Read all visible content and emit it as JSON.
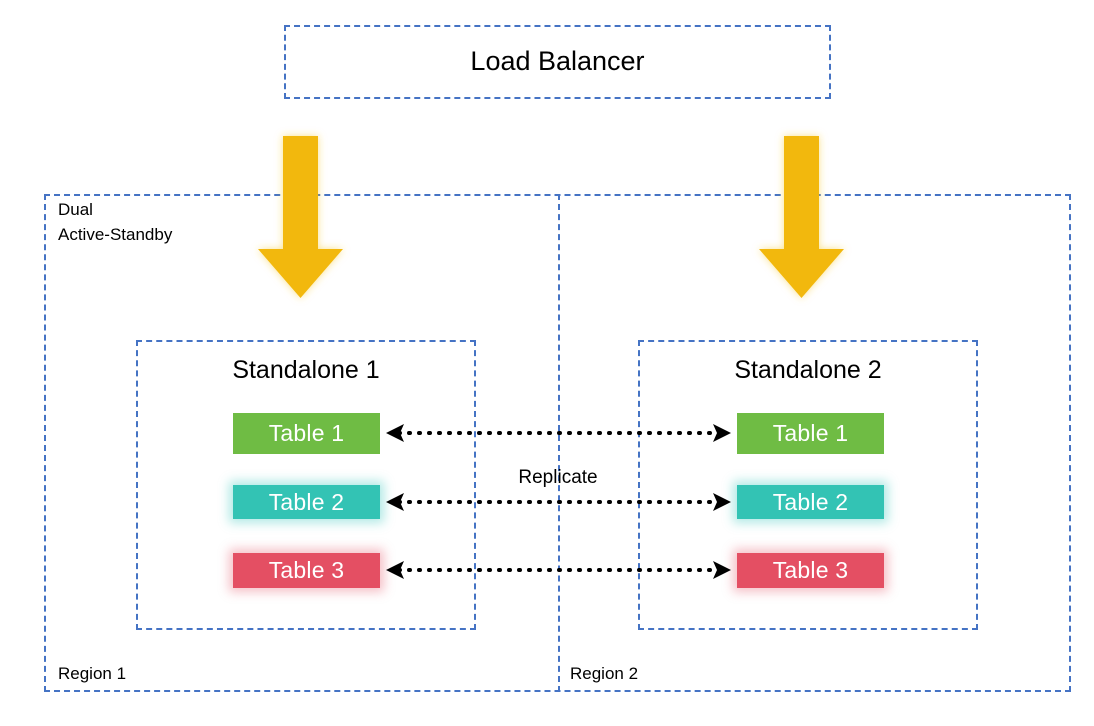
{
  "diagram": {
    "title_box": {
      "label": "Load Balancer"
    },
    "outer_region": {
      "mode_label_line1": "Dual",
      "mode_label_line2": "Active-Standby",
      "region_left_label": "Region 1",
      "region_right_label": "Region 2"
    },
    "nodes": [
      {
        "id": "standalone-1",
        "label": "Standalone 1",
        "tables": [
          {
            "label": "Table 1",
            "color": "#6FBC44"
          },
          {
            "label": "Table 2",
            "color": "#33C3B4"
          },
          {
            "label": "Table 3",
            "color": "#E44F63"
          }
        ]
      },
      {
        "id": "standalone-2",
        "label": "Standalone 2",
        "tables": [
          {
            "label": "Table 1",
            "color": "#6FBC44"
          },
          {
            "label": "Table 2",
            "color": "#33C3B4"
          },
          {
            "label": "Table 3",
            "color": "#E44F63"
          }
        ]
      }
    ],
    "replication": {
      "label": "Replicate",
      "arrow_count": 3,
      "arrow_style": "dotted-double-headed",
      "arrow_color": "#000000"
    },
    "ingress_arrows": {
      "count": 2,
      "color": "#F2B80C",
      "direction": "down"
    },
    "colors": {
      "border_blue": "#4573C4",
      "arrow_gold": "#F2B80C",
      "table_green": "#6FBC44",
      "table_teal": "#33C3B4",
      "table_red": "#E44F63",
      "text_black": "#000000",
      "background": "#FFFFFF"
    }
  }
}
